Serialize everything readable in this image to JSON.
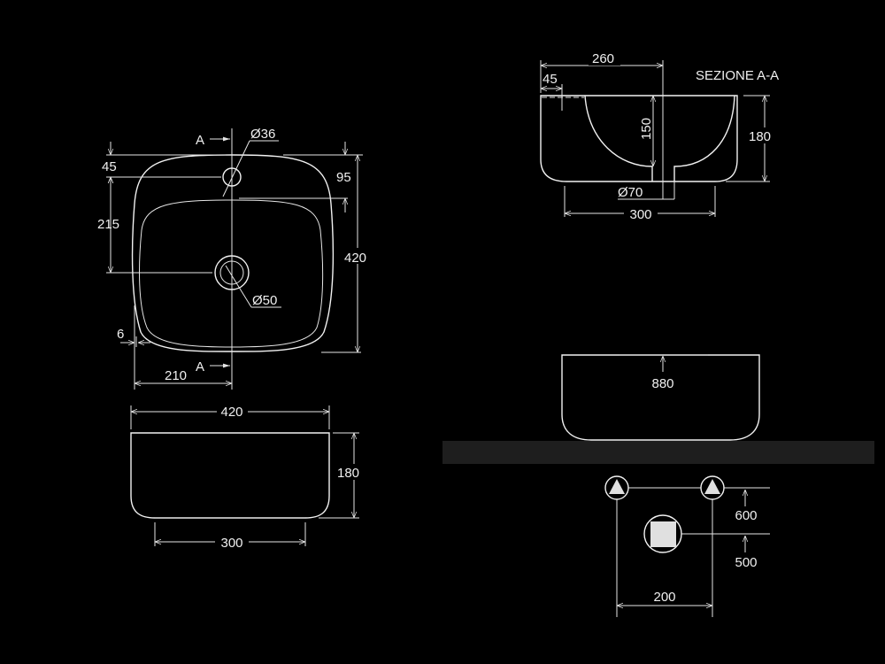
{
  "top_view": {
    "section_marker_top": "A",
    "section_marker_bottom": "A",
    "tap_hole_diameter": "Ø36",
    "drain_diameter": "Ø50",
    "dim_45": "45",
    "dim_215": "215",
    "dim_95": "95",
    "dim_420": "420",
    "dim_6": "6",
    "dim_210": "210"
  },
  "front_view": {
    "dim_width": "420",
    "dim_height": "180",
    "dim_base": "300"
  },
  "section_view": {
    "title": "SEZIONE A-A",
    "dim_260": "260",
    "dim_45": "45",
    "dim_150": "150",
    "dim_180": "180",
    "drain_diameter": "Ø70",
    "dim_base": "300"
  },
  "installation_view": {
    "countertop_height": "880",
    "dim_600": "600",
    "dim_500": "500",
    "dim_200": "200"
  },
  "colors": {
    "background": "#000000",
    "lines": "#e6e6e6",
    "countertop": "#1e1e1e"
  }
}
